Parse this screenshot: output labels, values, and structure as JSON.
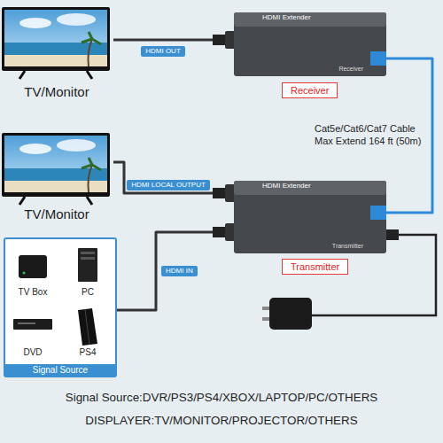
{
  "diagram": {
    "nodes": [
      {
        "text": [
          "TV/Monitor"
        ]
      },
      {
        "text": [
          "HDMI Extender",
          "Receiver"
        ]
      },
      {
        "text": [
          "Receiver"
        ]
      },
      {
        "text": [
          "TV/Monitor"
        ]
      },
      {
        "text": [
          "HDMI Extender",
          "Transmitter"
        ]
      },
      {
        "text": [
          "Transmitter"
        ]
      },
      {
        "text": [
          "Signal Source"
        ]
      },
      {
        "text": [
          "TV Box"
        ],
        "in": 6
      },
      {
        "text": [
          "PC"
        ],
        "in": 6
      },
      {
        "text": [
          "DVD"
        ],
        "in": 6
      },
      {
        "text": [
          "PS4"
        ],
        "in": 6
      }
    ],
    "edges": [
      {
        "from": 0,
        "to": 1,
        "arrow": "none",
        "label": "HDMI OUT"
      },
      {
        "from": 1,
        "to": 4,
        "arrow": "none"
      },
      {
        "from": 3,
        "to": 4,
        "arrow": "none",
        "label": "HDMI LOCAL OUTPUT"
      },
      {
        "from": 6,
        "to": 4,
        "arrow": "none",
        "label": "HDMI IN"
      }
    ],
    "labels": [
      "Cat5e/Cat6/Cat7 Cable Max Extend 164 ft (50m)",
      "Signal Source:DVR/PS3/PS4/XBOX/LAPTOP/PC/OTHERS",
      "DISPLAYER:TV/MONITOR/PROJECTOR/OTHERS"
    ]
  }
}
